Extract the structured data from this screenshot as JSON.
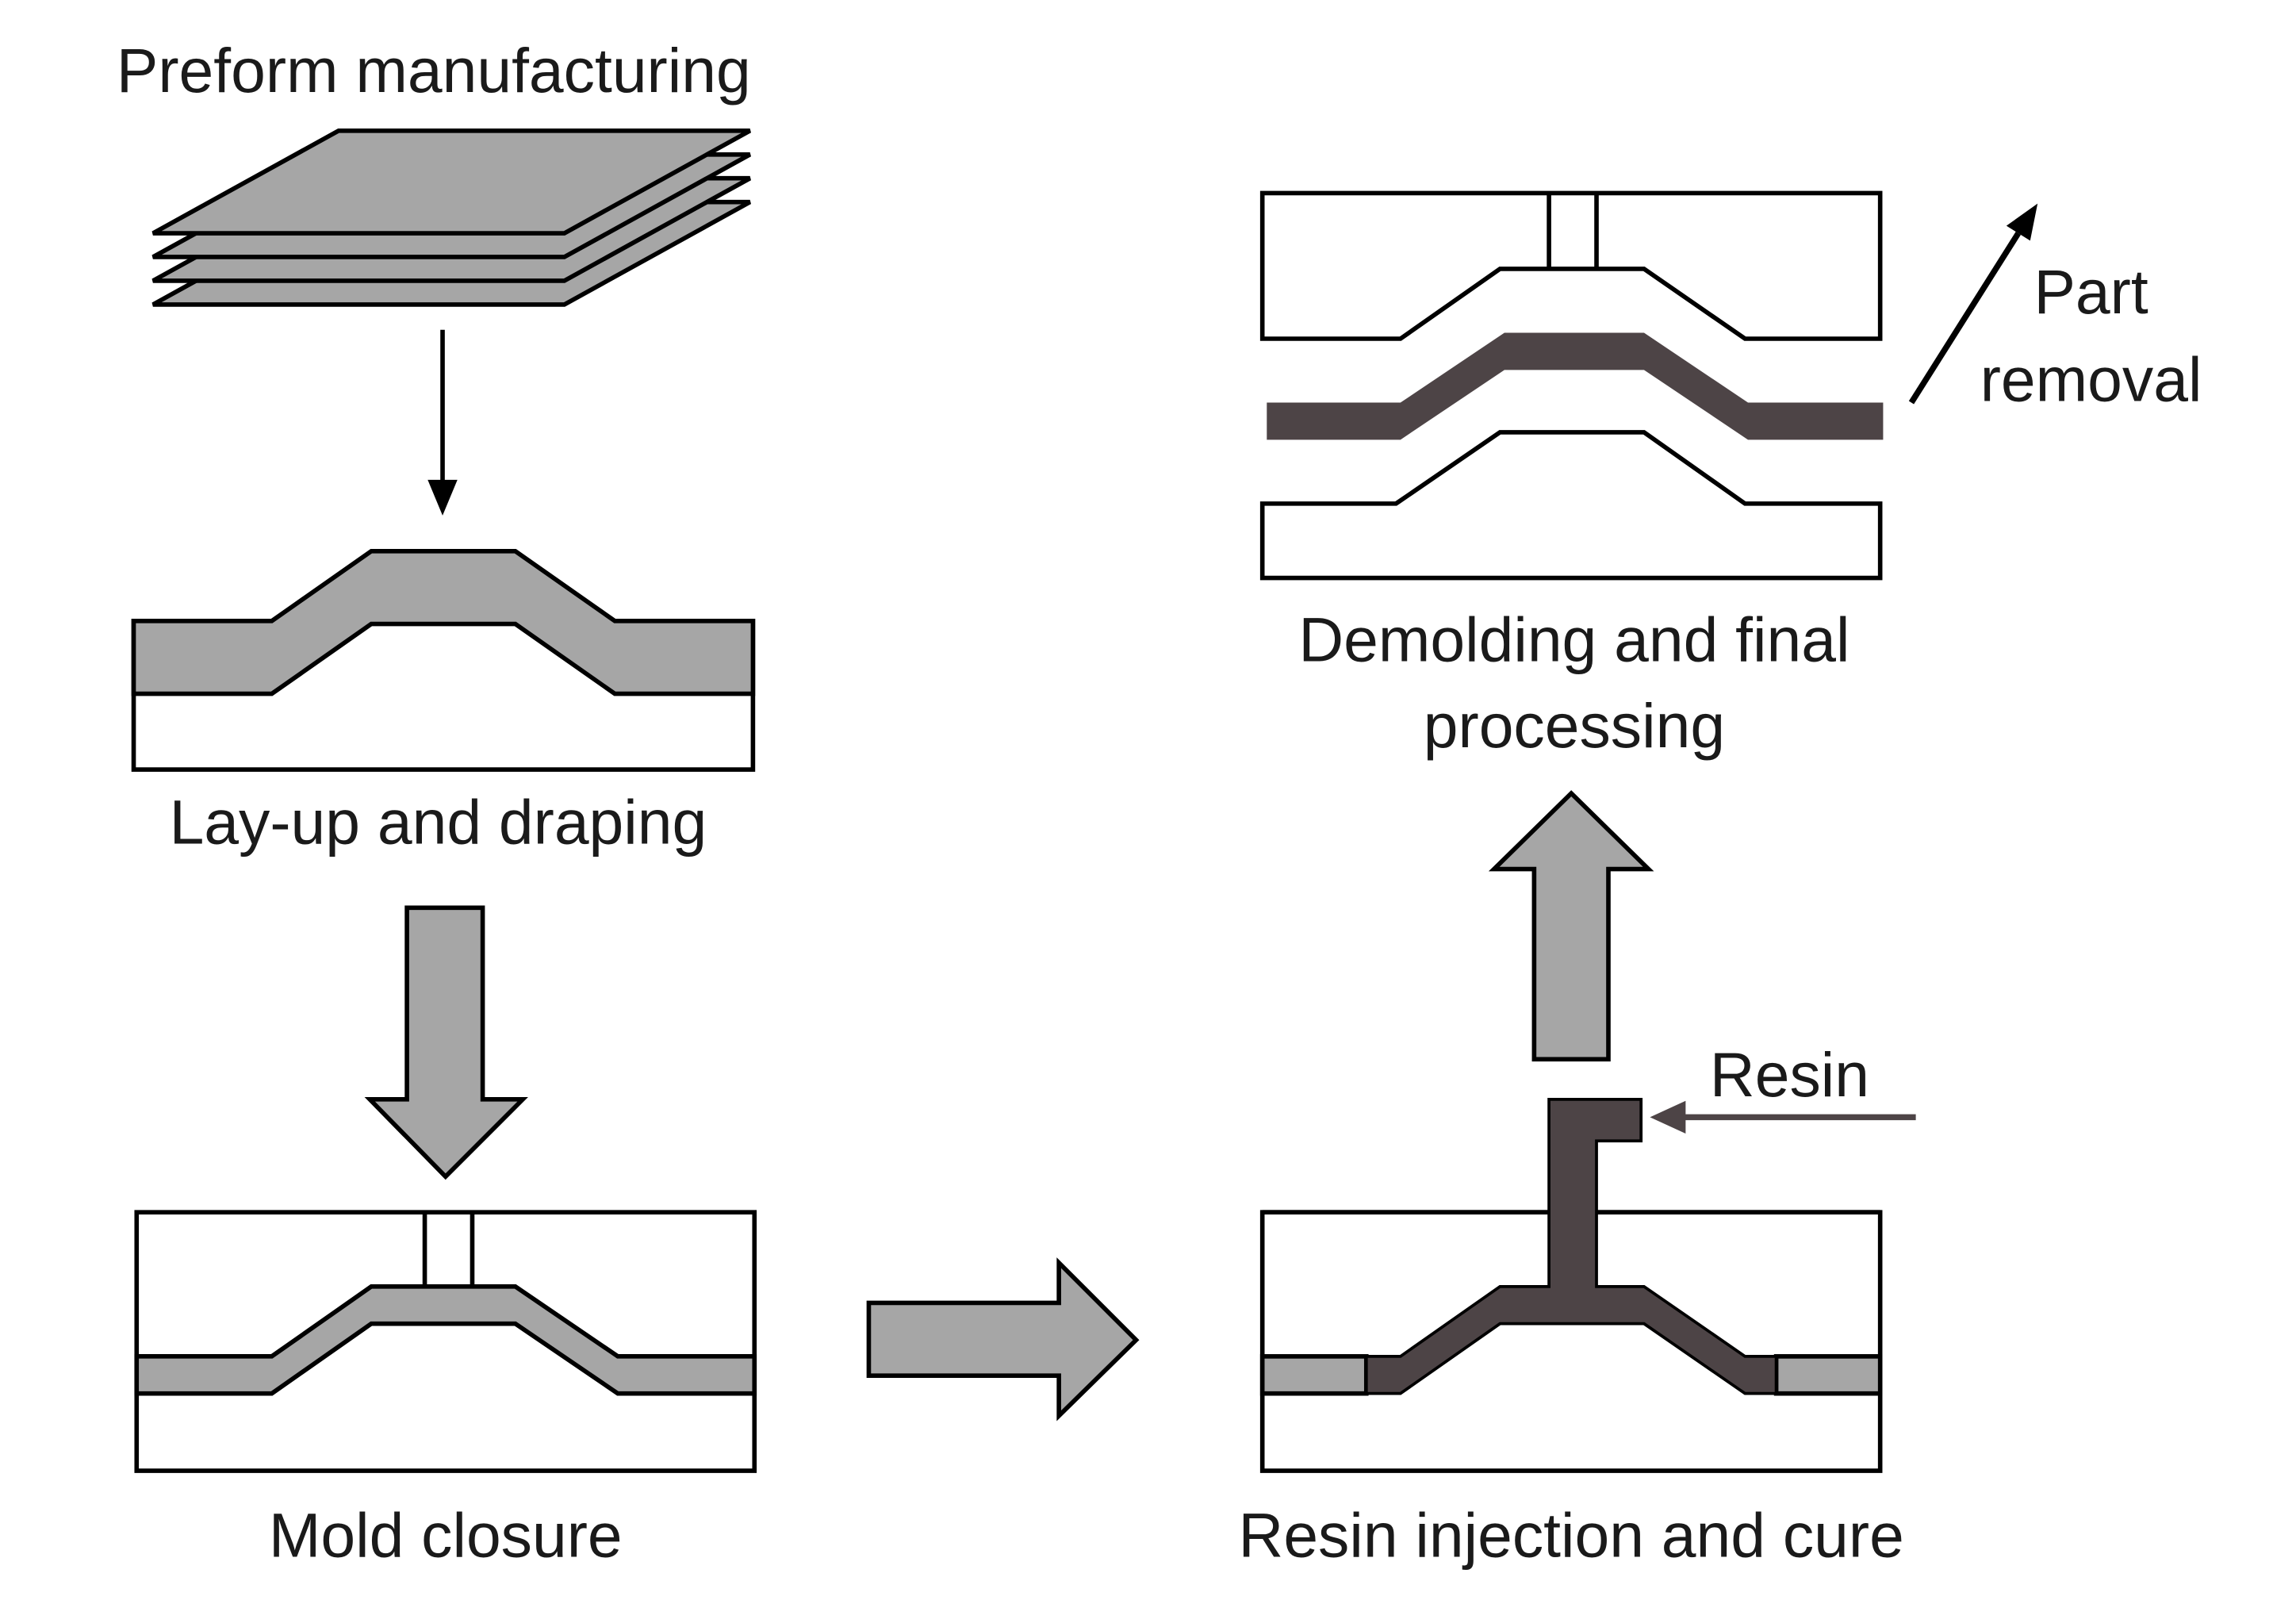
{
  "colors": {
    "preform": "#a6a6a6",
    "resin": "#4d4446",
    "mold": "#ffffff",
    "outline": "#000000",
    "process_arrow": "#a6a6a6"
  },
  "labels": {
    "preform_manufacturing": "Preform manufacturing",
    "layup": "Lay-up and draping",
    "mold_closure": "Mold closure",
    "resin_injection": "Resin injection and cure",
    "demolding_line1": "Demolding and final",
    "demolding_line2": "processing",
    "part_removal_line1": "Part",
    "part_removal_line2": "removal",
    "resin": "Resin"
  }
}
